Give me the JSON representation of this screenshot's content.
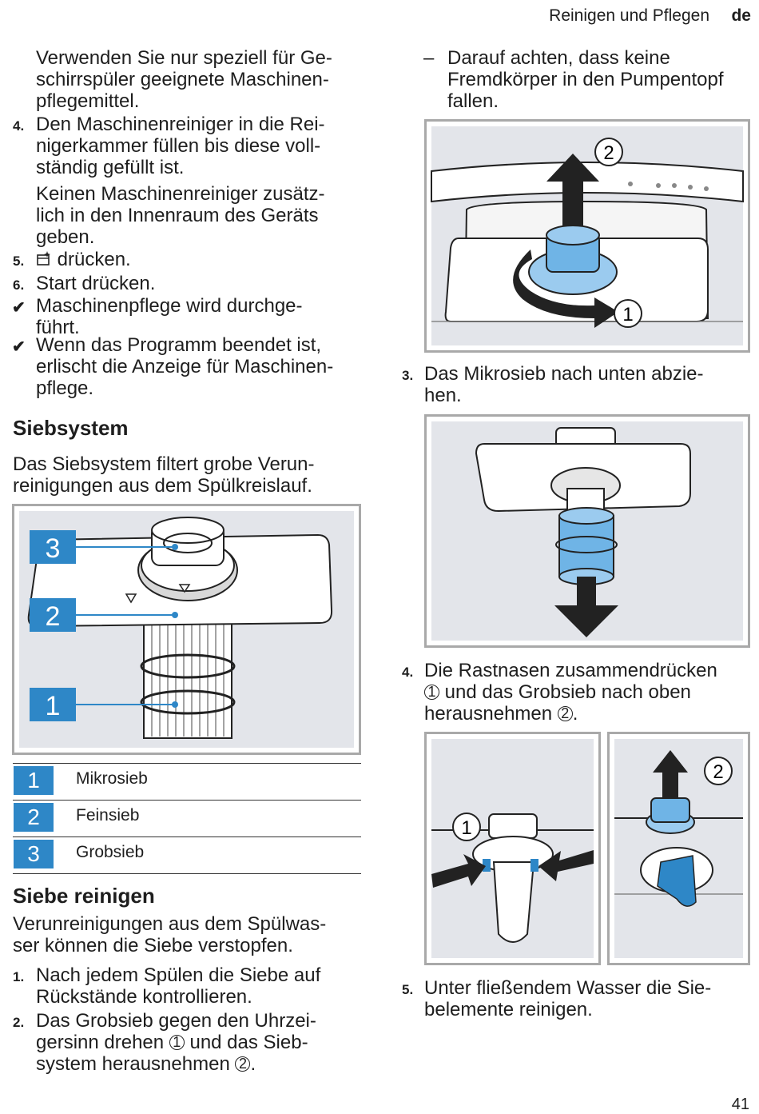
{
  "header": {
    "section": "Reinigen und Pflegen",
    "lang": "de"
  },
  "page_number": "41",
  "left": {
    "p_intro": [
      "Verwenden Sie nur speziell für Ge-",
      "schirrspüler geeignete Maschinen-",
      "pflegemittel."
    ],
    "step4": {
      "num": "4.",
      "lines": [
        "Den Maschinenreiniger in die Rei-",
        "nigerkammer füllen bis diese voll-",
        "ständig gefüllt ist."
      ]
    },
    "step4_note": [
      "Keinen Maschinenreiniger zusätz-",
      "lich in den Innenraum des Geräts",
      "geben."
    ],
    "step5": {
      "num": "5.",
      "text": "drücken."
    },
    "step6": {
      "num": "6.",
      "bold": "Start",
      "text": "drücken."
    },
    "result1": [
      "Maschinenpflege wird durchge-",
      "führt."
    ],
    "result2": [
      "Wenn das Programm beendet ist,",
      "erlischt die Anzeige für Maschinen-",
      "pflege."
    ],
    "siebsystem_heading": "Siebsystem",
    "siebsystem_text": [
      "Das Siebsystem filtert grobe Verun-",
      "reinigungen aus dem Spülkreislauf."
    ],
    "figure_callouts": [
      "3",
      "2",
      "1"
    ],
    "legend": [
      {
        "num": "1",
        "label": "Mikrosieb"
      },
      {
        "num": "2",
        "label": "Feinsieb"
      },
      {
        "num": "3",
        "label": "Grobsieb"
      }
    ],
    "siebe_heading": "Siebe reinigen",
    "siebe_text": [
      "Verunreinigungen aus dem Spülwas-",
      "ser können die Siebe verstopfen."
    ],
    "step1": {
      "num": "1.",
      "lines": [
        "Nach jedem Spülen die Siebe auf",
        "Rückstände kontrollieren."
      ]
    },
    "step2": {
      "num": "2.",
      "lines": [
        "Das Grobsieb gegen den Uhrzei-",
        "gersinn drehen",
        "und das Sieb-",
        "system herausnehmen",
        "."
      ]
    }
  },
  "right": {
    "dash_item": {
      "dash": "–",
      "lines": [
        "Darauf achten, dass keine",
        "Fremdkörper in den Pumpentopf",
        "fallen."
      ]
    },
    "fig1_callouts": [
      "2",
      "1"
    ],
    "step3": {
      "num": "3.",
      "lines": [
        "Das Mikrosieb nach unten abzie-",
        "hen."
      ]
    },
    "step4": {
      "num": "4.",
      "lines": [
        "Die Rastnasen zusammendrücken",
        "und das Grobsieb nach oben",
        "herausnehmen"
      ]
    },
    "fig3_callouts": [
      "1",
      "2"
    ],
    "step5": {
      "num": "5.",
      "lines": [
        "Unter fließendem Wasser die Sie-",
        "belemente reinigen."
      ]
    }
  },
  "colors": {
    "accent_blue": "#2e87c7",
    "figure_bg": "#e3e5ea",
    "figure_border": "#a9a9a9"
  },
  "icons": [
    "machine-care-icon",
    "check-icon",
    "circled-number-1",
    "circled-number-2",
    "arrow-up-icon",
    "arrow-down-icon",
    "rotate-arrow-icon"
  ]
}
